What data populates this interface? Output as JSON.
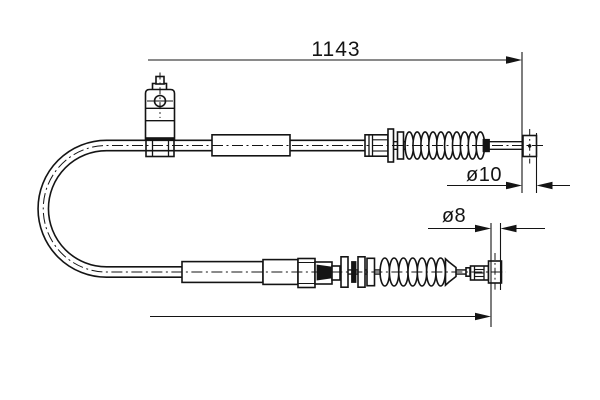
{
  "drawing": {
    "background_color": "#ffffff",
    "line_color": "#141414",
    "subject": "bowden-brake-cable-technical-drawing",
    "dimensions": {
      "overall_length": {
        "label": "1143"
      },
      "upper_end_diameter": {
        "label": "ø10"
      },
      "lower_end_diameter": {
        "label": "ø8"
      }
    }
  }
}
